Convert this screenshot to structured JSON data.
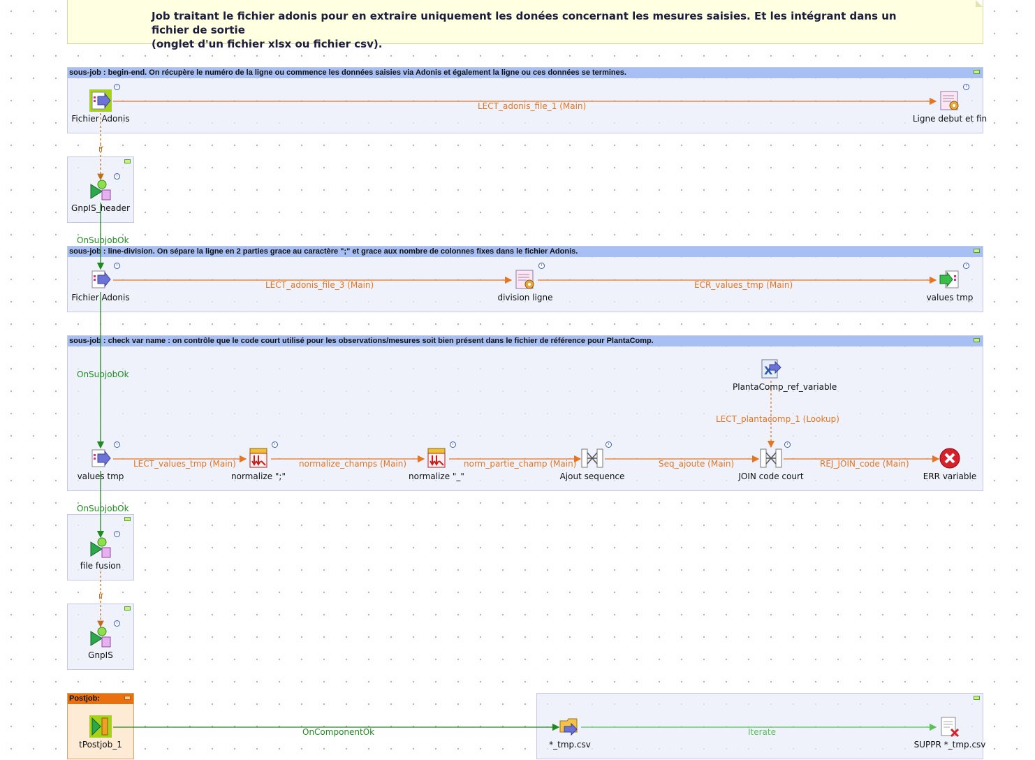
{
  "note": {
    "text": "Job traitant le fichier adonis pour en extraire uniquement les donées concernant les mesures saisies. Et les intégrant dans un fichier de sortie\n(onglet d'un fichier xlsx ou fichier csv)."
  },
  "subjobs": {
    "begin_end": "sous-job : begin-end. On récupère le numéro de la ligne ou commence les données saisies via Adonis et également la ligne ou ces données se termines.",
    "line_division": "sous-job : line-division. On sépare la ligne en 2 parties grace au caractère \";\" et grace aux nombre de colonnes fixes dans le fichier Adonis.",
    "check_var": "sous-job : check var name : on contrôle que le code court utilisé pour les observations/mesures soit bien présent dans le fichier de référence pour PlantaComp.",
    "postjob": "Postjob:"
  },
  "components": {
    "fichier_adonis_1": "Fichier Adonis",
    "ligne_debut_fin": "Ligne debut et fin",
    "gnpis_header": "GnpIS_header",
    "fichier_adonis_2": "Fichier Adonis",
    "division_ligne": "division ligne",
    "values_tmp_out": "values tmp",
    "plantacomp_ref": "PlantaComp_ref_variable",
    "values_tmp_in": "values tmp",
    "normalize_semicolon": "normalize \";\"",
    "normalize_underscore": "normalize \"_\"",
    "ajout_sequence": "Ajout sequence",
    "join_code_court": "JOIN code court",
    "err_variable": "ERR variable",
    "file_fusion": "file fusion",
    "gnpis": "GnpIS",
    "tpostjob": "tPostjob_1",
    "tmp_csv": "*_tmp.csv",
    "suppr_tmp_csv": "SUPPR *_tmp.csv"
  },
  "flows": {
    "lect_adonis_1": "LECT_adonis_file_1 (Main)",
    "lect_adonis_3": "LECT_adonis_file_3 (Main)",
    "ecr_values_tmp": "ECR_values_tmp (Main)",
    "lect_plantacomp": "LECT_plantacomp_1 (Lookup)",
    "lect_values_tmp": "LECT_values_tmp (Main)",
    "normalize_champs": "normalize_champs (Main)",
    "norm_partie_champ": "norm_partie_champ (Main)",
    "seq_ajoute": "Seq_ajoute (Main)",
    "rej_join_code": "REJ_JOIN_code (Main)",
    "if_1": "If",
    "if_2": "If",
    "onsubjobok_1": "OnSubjobOk",
    "onsubjobok_2": "OnSubjobOk",
    "onsubjobok_3": "OnSubjobOk",
    "oncomponentok": "OnComponentOk",
    "iterate": "Iterate"
  },
  "icons": {
    "file_input": "file-input-icon",
    "file_output": "file-output-icon",
    "java_row": "java-row-icon",
    "normalize": "normalize-icon",
    "map": "tmap-icon",
    "xml_input": "xml-input-icon",
    "error": "error-icon",
    "run_job": "run-job-icon",
    "postjob": "postjob-icon",
    "folder": "file-list-icon",
    "delete": "file-delete-icon"
  },
  "colors": {
    "main_flow": "#e5751f",
    "trigger_flow": "#1f8a1f",
    "iterate_flow": "#55c455",
    "subjob_header": "#a7bff2",
    "postjob_header": "#e8700e",
    "note_bg": "#ffffe1"
  }
}
